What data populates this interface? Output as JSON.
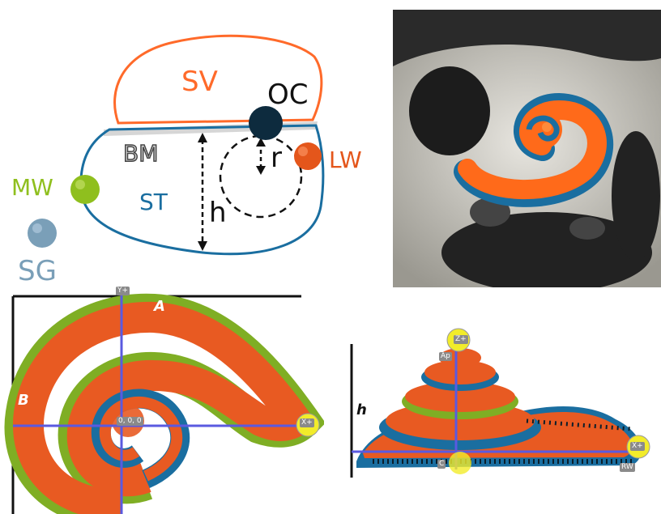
{
  "colors": {
    "scala_vestibuli": "#ff6a2a",
    "scala_tympani": "#1a6ea0",
    "organ_of_corti": "#0d2b3e",
    "lateral_wall": "#e4561b",
    "medial_wall": "#8fbf1e",
    "spiral_ganglion": "#7a9fb8",
    "basilar_membrane": "#c8c8c8",
    "axis_line": "#5a5ae0",
    "axis_marker": "#f2ec2a"
  },
  "cross_section": {
    "sv_label": "SV",
    "oc_label": "OC",
    "bm_label": "BM",
    "st_label": "ST",
    "lw_label": "LW",
    "mw_label": "MW",
    "sg_label": "SG",
    "r_label": "r",
    "h_label": "h"
  },
  "top_view": {
    "y_axis_tag": "Y+",
    "x_axis_tag": "X+",
    "origin_tag": "0, 0, 0",
    "label_a": "A",
    "label_b": "B"
  },
  "side_view": {
    "z_axis_tag": "Z+",
    "apex_tag": "Ap",
    "x_axis_tag": "X+",
    "c_tag": "C",
    "rw_tag": "RW",
    "h_label": "h"
  }
}
